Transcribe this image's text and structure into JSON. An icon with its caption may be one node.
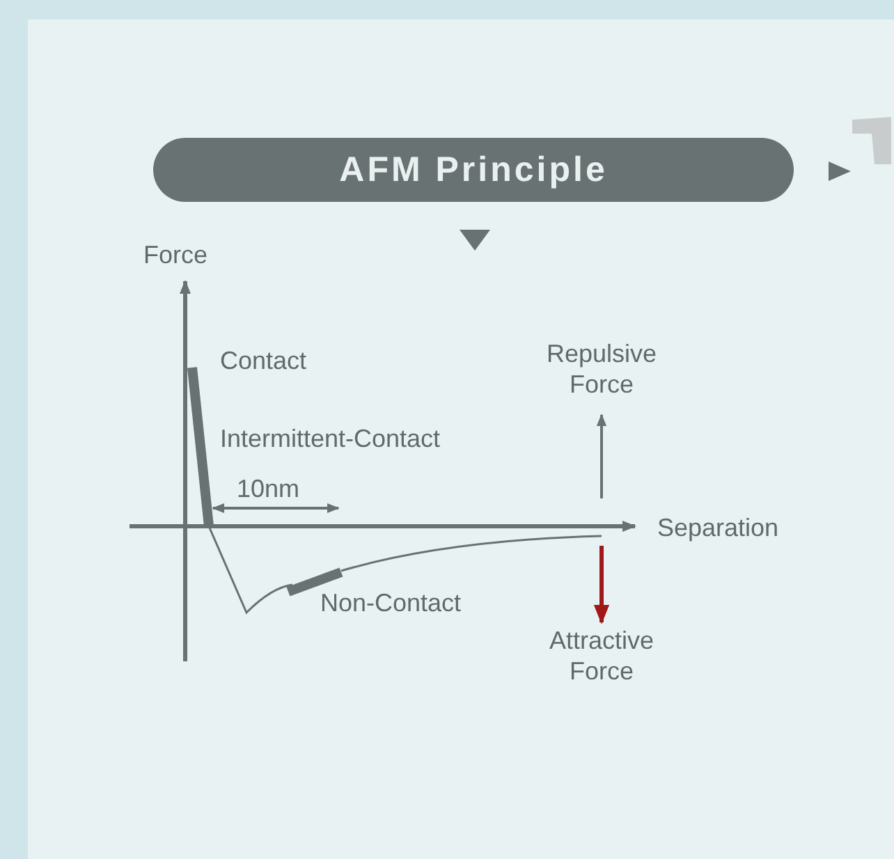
{
  "diagram": {
    "nodes": [
      {
        "text": [
          "AFM Principle"
        ]
      }
    ],
    "labels": [
      "Force",
      "Contact",
      "Repulsive Force",
      "Intermittent-Contact",
      "10nm",
      "Separation",
      "Non-Contact",
      "Attractive Force"
    ]
  }
}
